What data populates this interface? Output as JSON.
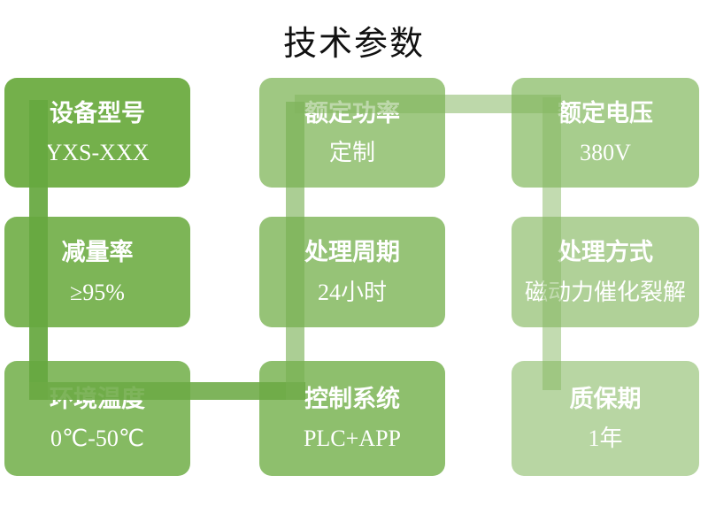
{
  "title": "技术参数",
  "boxes": [
    {
      "id": "device-model",
      "label": "设备型号",
      "value": "YXS-XXX",
      "color": "#74B04B"
    },
    {
      "id": "rated-power",
      "label": "额定功率",
      "value": "定制",
      "color": "#9FC882"
    },
    {
      "id": "rated-voltage",
      "label": "额定电压",
      "value": "380V",
      "color": "#A7CD8D"
    },
    {
      "id": "reduction-rate",
      "label": "减量率",
      "value": "≥95%",
      "color": "#7DB557"
    },
    {
      "id": "processing-cycle",
      "label": "处理周期",
      "value": "24小时",
      "color": "#96C377"
    },
    {
      "id": "processing-method",
      "label": "处理方式",
      "value": "磁动力催化裂解",
      "color": "#B0D198"
    },
    {
      "id": "ambient-temperature",
      "label": "环境温度",
      "value": "0℃-50℃",
      "color": "#85BA62"
    },
    {
      "id": "control-system",
      "label": "控制系统",
      "value": "PLC+APP",
      "color": "#8EBF6D"
    },
    {
      "id": "warranty-period",
      "label": "质保期",
      "value": "1年",
      "color": "#B8D6A3"
    }
  ],
  "connectors": [
    {
      "name": "left-vertical",
      "color": "rgba(102,168,64,0.93)"
    },
    {
      "name": "bottom-horizontal",
      "color": "rgba(108,170,68,0.88)"
    },
    {
      "name": "middle-vertical",
      "color": "rgba(120,176,82,0.62)"
    },
    {
      "name": "top-horizontal",
      "color": "rgba(128,180,92,0.52)"
    },
    {
      "name": "right-vertical",
      "color": "rgba(133,184,97,0.50)"
    }
  ]
}
